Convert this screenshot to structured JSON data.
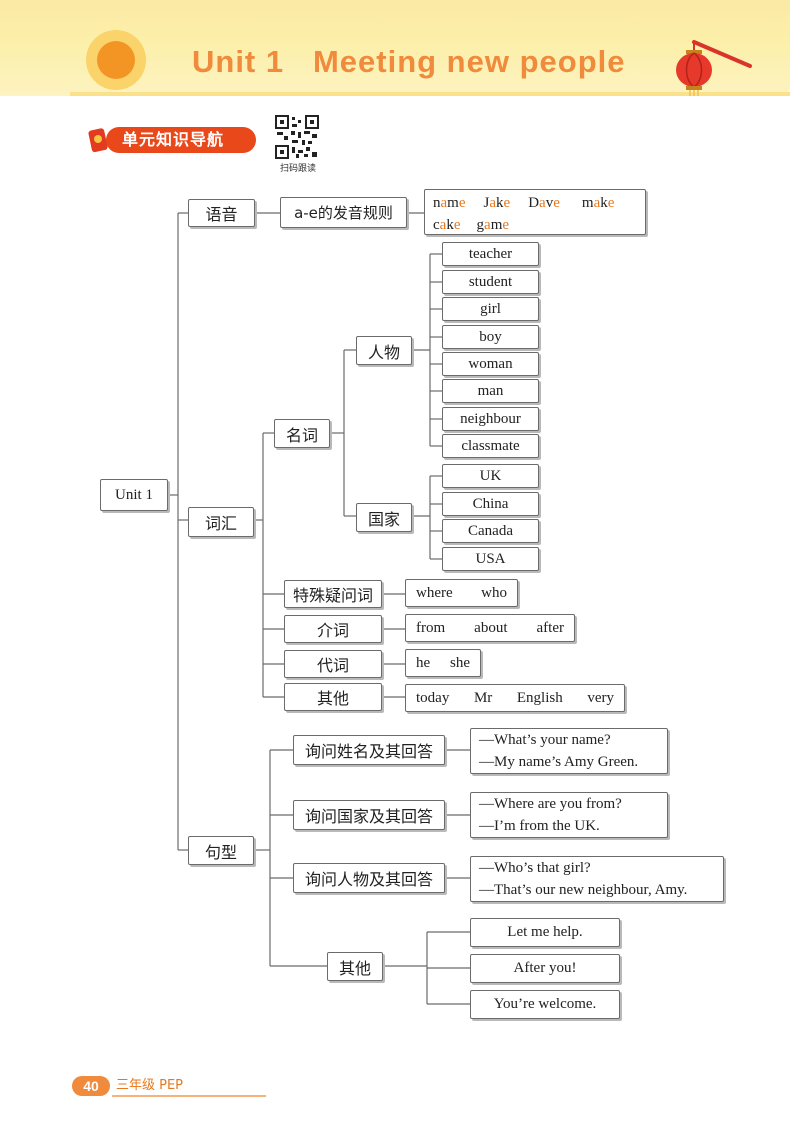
{
  "header": {
    "title": "Unit 1   Meeting new people"
  },
  "section": {
    "label": "单元知识导航",
    "qr_caption": "扫码跟读"
  },
  "root": "Unit 1",
  "phonics": {
    "label": "语音",
    "rule": "a-e的发音规则",
    "words": [
      {
        "pre": "n",
        "hl": "a",
        "mid": "m",
        "hl2": "e"
      },
      {
        "pre": "J",
        "hl": "a",
        "mid": "k",
        "hl2": "e"
      },
      {
        "pre": "D",
        "hl": "a",
        "mid": "v",
        "hl2": "e"
      },
      {
        "pre": "m",
        "hl": "a",
        "mid": "k",
        "hl2": "e"
      },
      {
        "pre": "c",
        "hl": "a",
        "mid": "k",
        "hl2": "e"
      },
      {
        "pre": "g",
        "hl": "a",
        "mid": "m",
        "hl2": "e"
      }
    ]
  },
  "vocab": {
    "label": "词汇",
    "nouns": {
      "label": "名词",
      "people": {
        "label": "人物",
        "items": [
          "teacher",
          "student",
          "girl",
          "boy",
          "woman",
          "man",
          "neighbour",
          "classmate"
        ]
      },
      "countries": {
        "label": "国家",
        "items": [
          "UK",
          "China",
          "Canada",
          "USA"
        ]
      }
    },
    "wh": {
      "label": "特殊疑问词",
      "words": [
        "where",
        "who"
      ]
    },
    "prep": {
      "label": "介词",
      "words": [
        "from",
        "about",
        "after"
      ]
    },
    "pron": {
      "label": "代词",
      "words": [
        "he",
        "she"
      ]
    },
    "other": {
      "label": "其他",
      "words": [
        "today",
        "Mr",
        "English",
        "very"
      ]
    }
  },
  "patterns": {
    "label": "句型",
    "name": {
      "label": "询问姓名及其回答",
      "lines": [
        "—What’s your name?",
        "—My name’s Amy Green."
      ]
    },
    "country": {
      "label": "询问国家及其回答",
      "lines": [
        "—Where are you from?",
        "—I’m from the UK."
      ]
    },
    "person": {
      "label": "询问人物及其回答",
      "lines": [
        "—Who’s that girl?",
        "—That’s our new neighbour, Amy."
      ]
    },
    "other": {
      "label": "其他",
      "items": [
        "Let me help.",
        "After you!",
        "You’re welcome."
      ]
    }
  },
  "footer": {
    "page": "40",
    "grade": "三年级 PEP"
  },
  "colors": {
    "accent": "#f08a3c",
    "tag": "#e9491a",
    "banner": "#fcefa8"
  }
}
